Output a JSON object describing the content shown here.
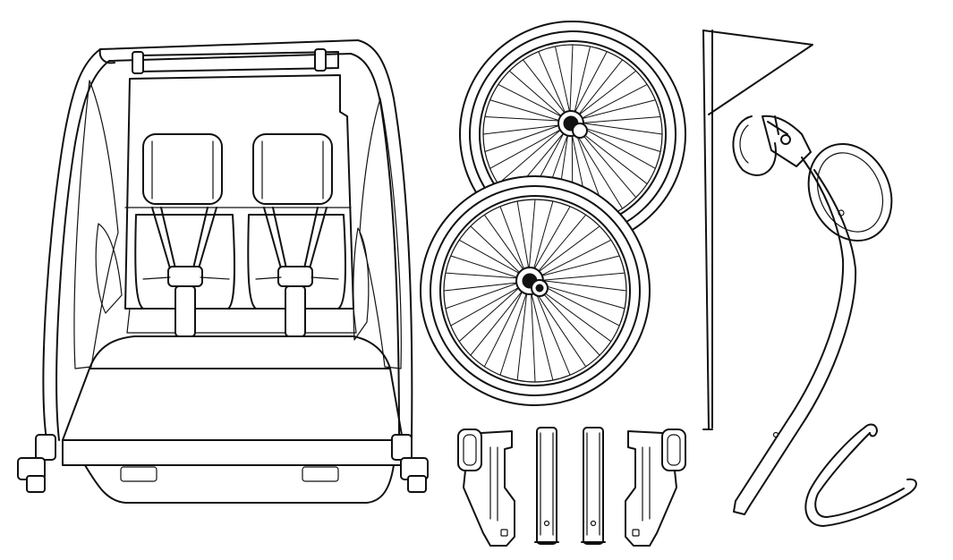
{
  "figure": {
    "parts": [
      {
        "id": "trailer",
        "icon": "bike-trailer-icon"
      },
      {
        "id": "wheels",
        "icon": "spoked-wheel-icon",
        "count": 2
      },
      {
        "id": "safety-flag",
        "icon": "flag-icon"
      },
      {
        "id": "tow-arm",
        "icon": "tow-arm-icon"
      },
      {
        "id": "brackets",
        "icon": "bracket-icon",
        "count": 4
      },
      {
        "id": "safety-strap",
        "icon": "strap-icon"
      }
    ],
    "colors": {
      "line": "#111111",
      "background": "#ffffff"
    }
  }
}
